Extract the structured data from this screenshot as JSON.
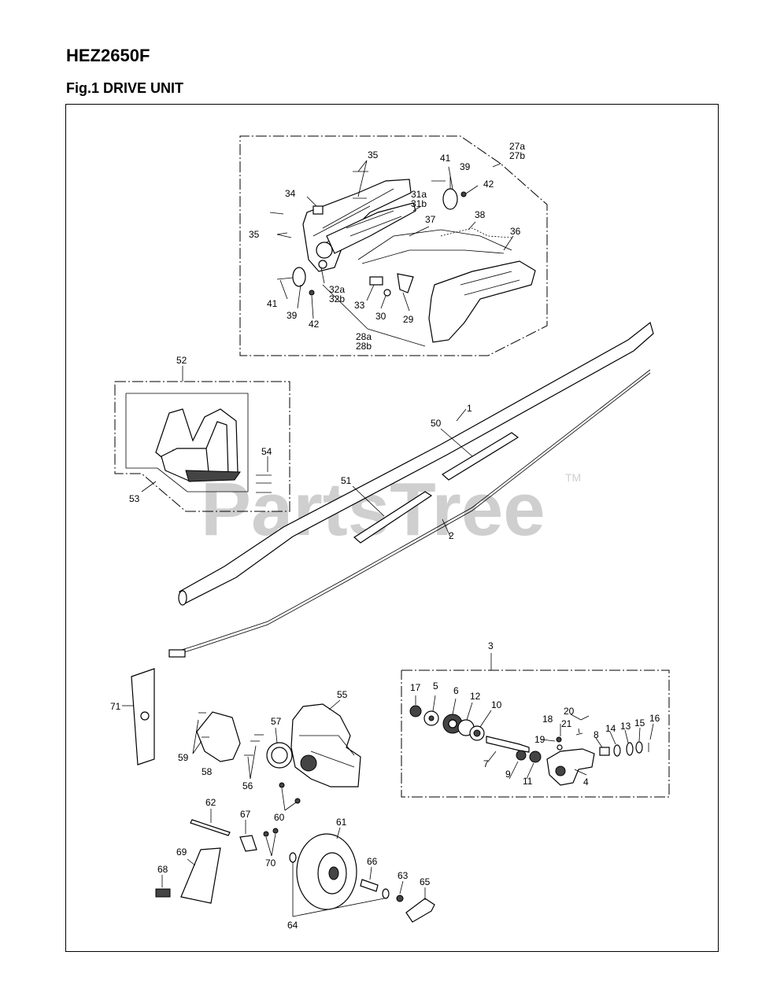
{
  "header": {
    "model": "HEZ2650F",
    "figure_title": "Fig.1 DRIVE UNIT"
  },
  "watermark": {
    "text": "PartsTree",
    "trademark": "TM"
  },
  "callouts": {
    "c27": "27a\n27b",
    "c35a": "35",
    "c41a": "41",
    "c39a": "39",
    "c42a": "42",
    "c34": "34",
    "c31": "31a\n31b",
    "c37": "37",
    "c38": "38",
    "c36": "36",
    "c35b": "35",
    "c32": "32a\n32b",
    "c41b": "41",
    "c39b": "39",
    "c42b": "42",
    "c33": "33",
    "c30": "30",
    "c29": "29",
    "c28": "28a\n28b",
    "c52": "52",
    "c54": "54",
    "c53": "53",
    "c1": "1",
    "c50": "50",
    "c51": "51",
    "c2": "2",
    "c3": "3",
    "c17": "17",
    "c5": "5",
    "c6": "6",
    "c12": "12",
    "c10": "10",
    "c20": "20",
    "c18": "18",
    "c21": "21",
    "c19": "19",
    "c8": "8",
    "c14": "14",
    "c13": "13",
    "c15": "15",
    "c16": "16",
    "c7": "7",
    "c9": "9",
    "c11": "11",
    "c4": "4",
    "c71": "71",
    "c55": "55",
    "c57": "57",
    "c59": "59",
    "c58": "58",
    "c56": "56",
    "c60": "60",
    "c62": "62",
    "c67": "67",
    "c61": "61",
    "c69": "69",
    "c68": "68",
    "c70": "70",
    "c66": "66",
    "c63": "63",
    "c65": "65",
    "c64": "64"
  }
}
